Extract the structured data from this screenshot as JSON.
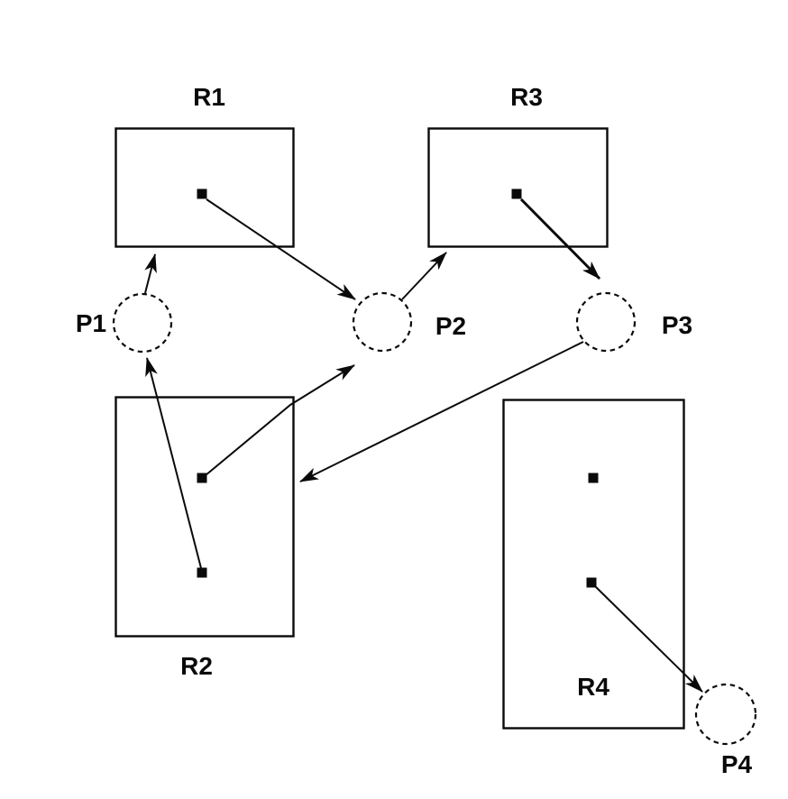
{
  "diagram": {
    "colors": {
      "background": "#ffffff",
      "stroke": "#0a0a0a"
    },
    "resources": [
      {
        "id": "R1",
        "label": "R1",
        "instances": 1
      },
      {
        "id": "R2",
        "label": "R2",
        "instances": 2
      },
      {
        "id": "R3",
        "label": "R3",
        "instances": 1
      },
      {
        "id": "R4",
        "label": "R4",
        "instances": 2
      }
    ],
    "processes": [
      {
        "id": "P1",
        "label": "P1"
      },
      {
        "id": "P2",
        "label": "P2"
      },
      {
        "id": "P3",
        "label": "P3"
      },
      {
        "id": "P4",
        "label": "P4"
      }
    ],
    "edges": [
      {
        "from": "R1",
        "to": "P2"
      },
      {
        "from": "P2",
        "to": "R3"
      },
      {
        "from": "R3",
        "to": "P3"
      },
      {
        "from": "P1",
        "to": "R1"
      },
      {
        "from": "R2",
        "to": "P2"
      },
      {
        "from": "R2",
        "to": "P1"
      },
      {
        "from": "P3",
        "to": "R2"
      },
      {
        "from": "R4",
        "to": "P4"
      }
    ]
  }
}
